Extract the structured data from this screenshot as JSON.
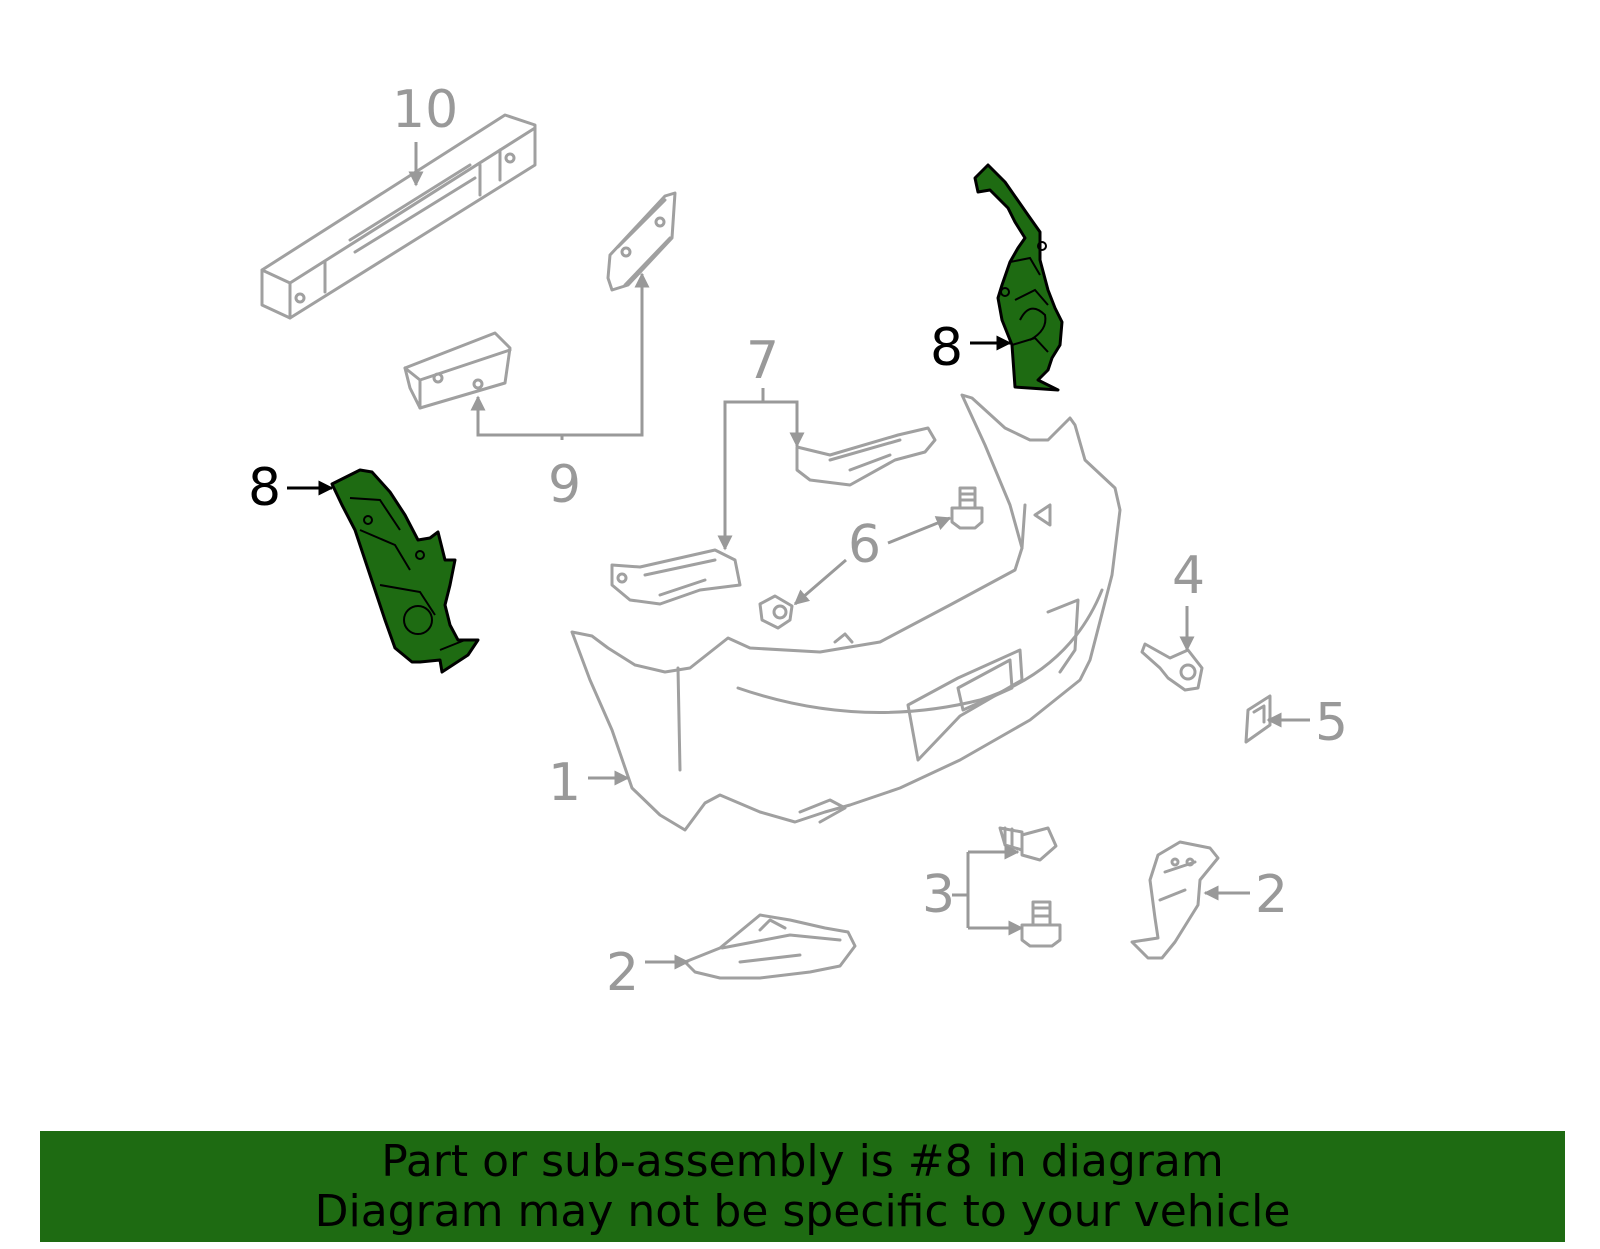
{
  "banner": {
    "line1": "Part or sub-assembly is #8 in diagram",
    "line2": "Diagram may not be specific to your vehicle"
  },
  "callouts": {
    "c10": "10",
    "c9": "9",
    "c7": "7",
    "c8_right": "8",
    "c8_left": "8",
    "c6": "6",
    "c4": "4",
    "c5": "5",
    "c1": "1",
    "c3": "3",
    "c2_right": "2",
    "c2_bottom": "2"
  },
  "colors": {
    "highlight": "#1e6b12",
    "part_line": "#a0a0a0",
    "callout": "#999999"
  },
  "highlighted_part": "8"
}
